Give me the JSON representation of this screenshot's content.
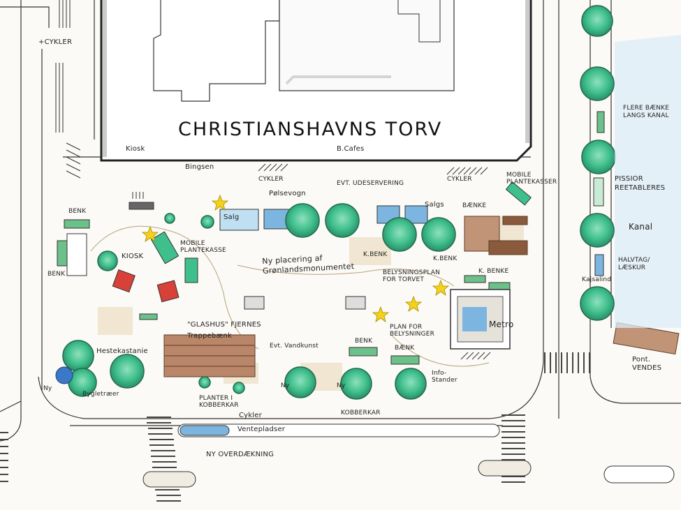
{
  "title": "CHRISTIANSHAVNS TORV",
  "labels": {
    "cykler_left": "+CYKLER",
    "kiosk_top": "Kiosk",
    "bingsen": "Bingsen",
    "b_cafe": "B.Cafes",
    "cykler_top1": "CYKLER",
    "evt_udeservering": "EVT. UDESERVERING",
    "cykler_top2": "CYKLER",
    "mobile_plantekasser_top": "MOBILE PLANTEKASSER",
    "polsevogn": "Pølsevogn",
    "salg": "Salg",
    "salgs": "Salgs",
    "benk_left": "BENK",
    "benk_left2": "BENK",
    "kiosk_mid": "KIOSK",
    "mobile_plantekasse": "MOBILE PLANTEKASSE",
    "ny_placering": "Ny placering af Grønlandsmonumentet",
    "k_benk1": "K.BENK",
    "k_benk2": "K.BENK",
    "baenke": "BÆNKE",
    "belysningsplan": "BELYSNINGSPLAN FOR TORVET",
    "k_benke": "K. BENKE",
    "glashus": "\"GLASHUS\" FJERNES",
    "trappebaenk": "Trappebænk",
    "plan_for_belysning": "PLAN FOR BELYSNINGER",
    "metro": "Metro",
    "hestekastanie": "Hestekastanie",
    "evt_vandkunst": "Evt. Vandkunst",
    "benk_bottom1": "BENK",
    "benk_bottom2": "BÆNK",
    "info_stander": "Info-Stander",
    "ny_left": "Ny",
    "ny_mid": "Ny",
    "ny_mid2": "Ny",
    "bygletraer": "Bygletræer",
    "planter_i_kobberkar": "PLANTER I KOBBERKAR",
    "cykler_bottom": "Cykler",
    "kobberkar": "KOBBERKAR",
    "ventepladser": "Ventepladser",
    "ny_overdaekning": "NY OVERDÆKNING",
    "flere_baenke": "FLERE BÆNKE LANGS KANAL",
    "pissior": "PISSIOR REETABLERES",
    "kanal": "Kanal",
    "halvtag": "HALVTAG/ LÆSKUR",
    "kajsalind": "Kajsalind",
    "ponton": "Pont. VENDES"
  },
  "colors": {
    "tree_fill": "#3fbf8c",
    "tree_dark": "#1f6b4e",
    "water_blue": "#7cb6e0",
    "plaza_tan": "#e8d6b3",
    "wood_brown": "#8a5a3c",
    "star_yellow": "#f4d21a",
    "kiosk_red": "#d8403a"
  }
}
